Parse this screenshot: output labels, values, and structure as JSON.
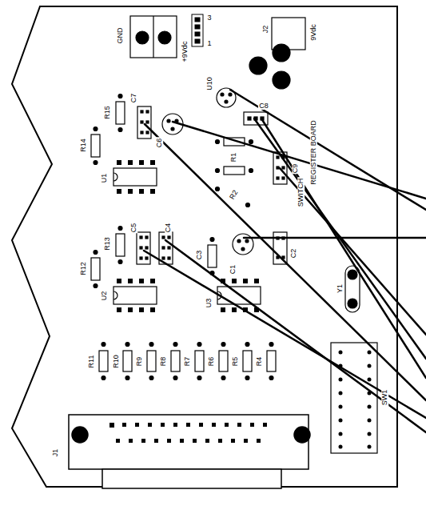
{
  "diagram": {
    "labels": [
      "GND",
      "+9Vdc",
      "3",
      "1",
      "J2",
      "9Vdc",
      "U10",
      "REGISTER BOARD",
      "SWITCH",
      "R15",
      "C7",
      "C6",
      "R14",
      "U1",
      "R1",
      "R2",
      "C8",
      "C9",
      "R13",
      "C5",
      "C4",
      "R12",
      "C3",
      "C1",
      "C2",
      "U2",
      "U3",
      "Y1",
      "R11",
      "R10",
      "R9",
      "R8",
      "R7",
      "R6",
      "R5",
      "R4",
      "SW1",
      "J1"
    ]
  }
}
